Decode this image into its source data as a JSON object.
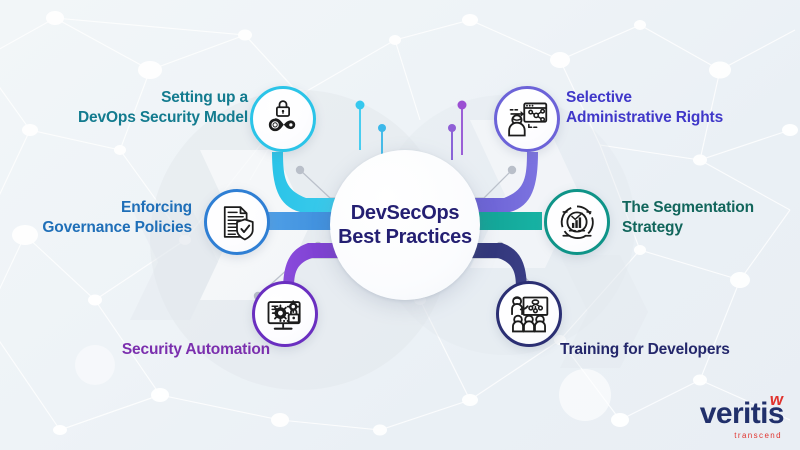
{
  "title": "DevSecOps Best Practices",
  "center": {
    "line1": "DevSecOps",
    "line2": "Best Practices",
    "color": "#241f72"
  },
  "colors": {
    "background_light": "#eef3f7",
    "cyan": "#2bc4e8",
    "blue": "#3e8ede",
    "purple": "#7b3fcf",
    "violet": "#6c63d8",
    "teal": "#14a79a",
    "navy": "#2b2f73",
    "brand_navy": "#21306b",
    "brand_red": "#e0332e"
  },
  "practices": [
    {
      "id": "devops-security-model",
      "label": "Setting up a\nDevOps Security Model",
      "side": "left",
      "color": "#137b8f",
      "accent": "#2bc4e8",
      "icon": "padlock-infinity-icon"
    },
    {
      "id": "governance-policies",
      "label": "Enforcing\nGovernance Policies",
      "side": "left",
      "color": "#1f6fb8",
      "accent": "#3e8ede",
      "icon": "document-shield-check-icon"
    },
    {
      "id": "security-automation",
      "label": "Security Automation",
      "side": "left",
      "color": "#7b2fae",
      "accent": "#7b3fcf",
      "icon": "monitor-gears-lock-icon"
    },
    {
      "id": "administrative-rights",
      "label": "Selective\nAdministrative Rights",
      "side": "right",
      "color": "#4038c9",
      "accent": "#6c63d8",
      "icon": "admin-user-network-icon"
    },
    {
      "id": "segmentation-strategy",
      "label": "The Segmentation\nStrategy",
      "side": "right",
      "color": "#12665c",
      "accent": "#14a79a",
      "icon": "segmented-chart-icon"
    },
    {
      "id": "training-developers",
      "label": "Training for Developers",
      "side": "right",
      "color": "#24276b",
      "accent": "#2b2f73",
      "icon": "training-presentation-icon"
    }
  ],
  "brand": {
    "name": "veritis",
    "tagline": "transcend",
    "mark": "w"
  }
}
